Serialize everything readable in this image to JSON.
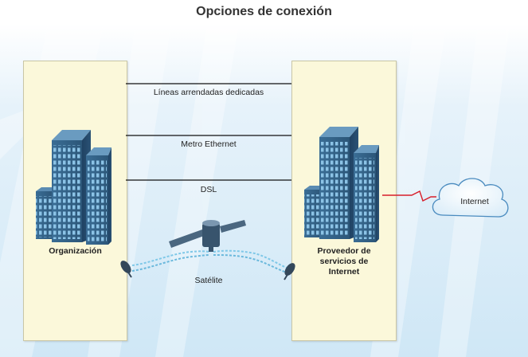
{
  "title": "Opciones de conexión",
  "links": {
    "leased_lines": "Líneas arrendadas dedicadas",
    "metro_ethernet": "Metro Ethernet",
    "dsl": "DSL",
    "satellite": "Satélite"
  },
  "nodes": {
    "organization": "Organización",
    "isp_line1": "Proveedor de",
    "isp_line2": "servicios de",
    "isp_line3": "Internet",
    "internet": "Internet"
  },
  "colors": {
    "panel_fill": "#fbf8da",
    "building": "#3d6f96",
    "link_line": "#111111",
    "internet_link": "#d81e2a",
    "satellite_wave": "#7fc8e8"
  }
}
